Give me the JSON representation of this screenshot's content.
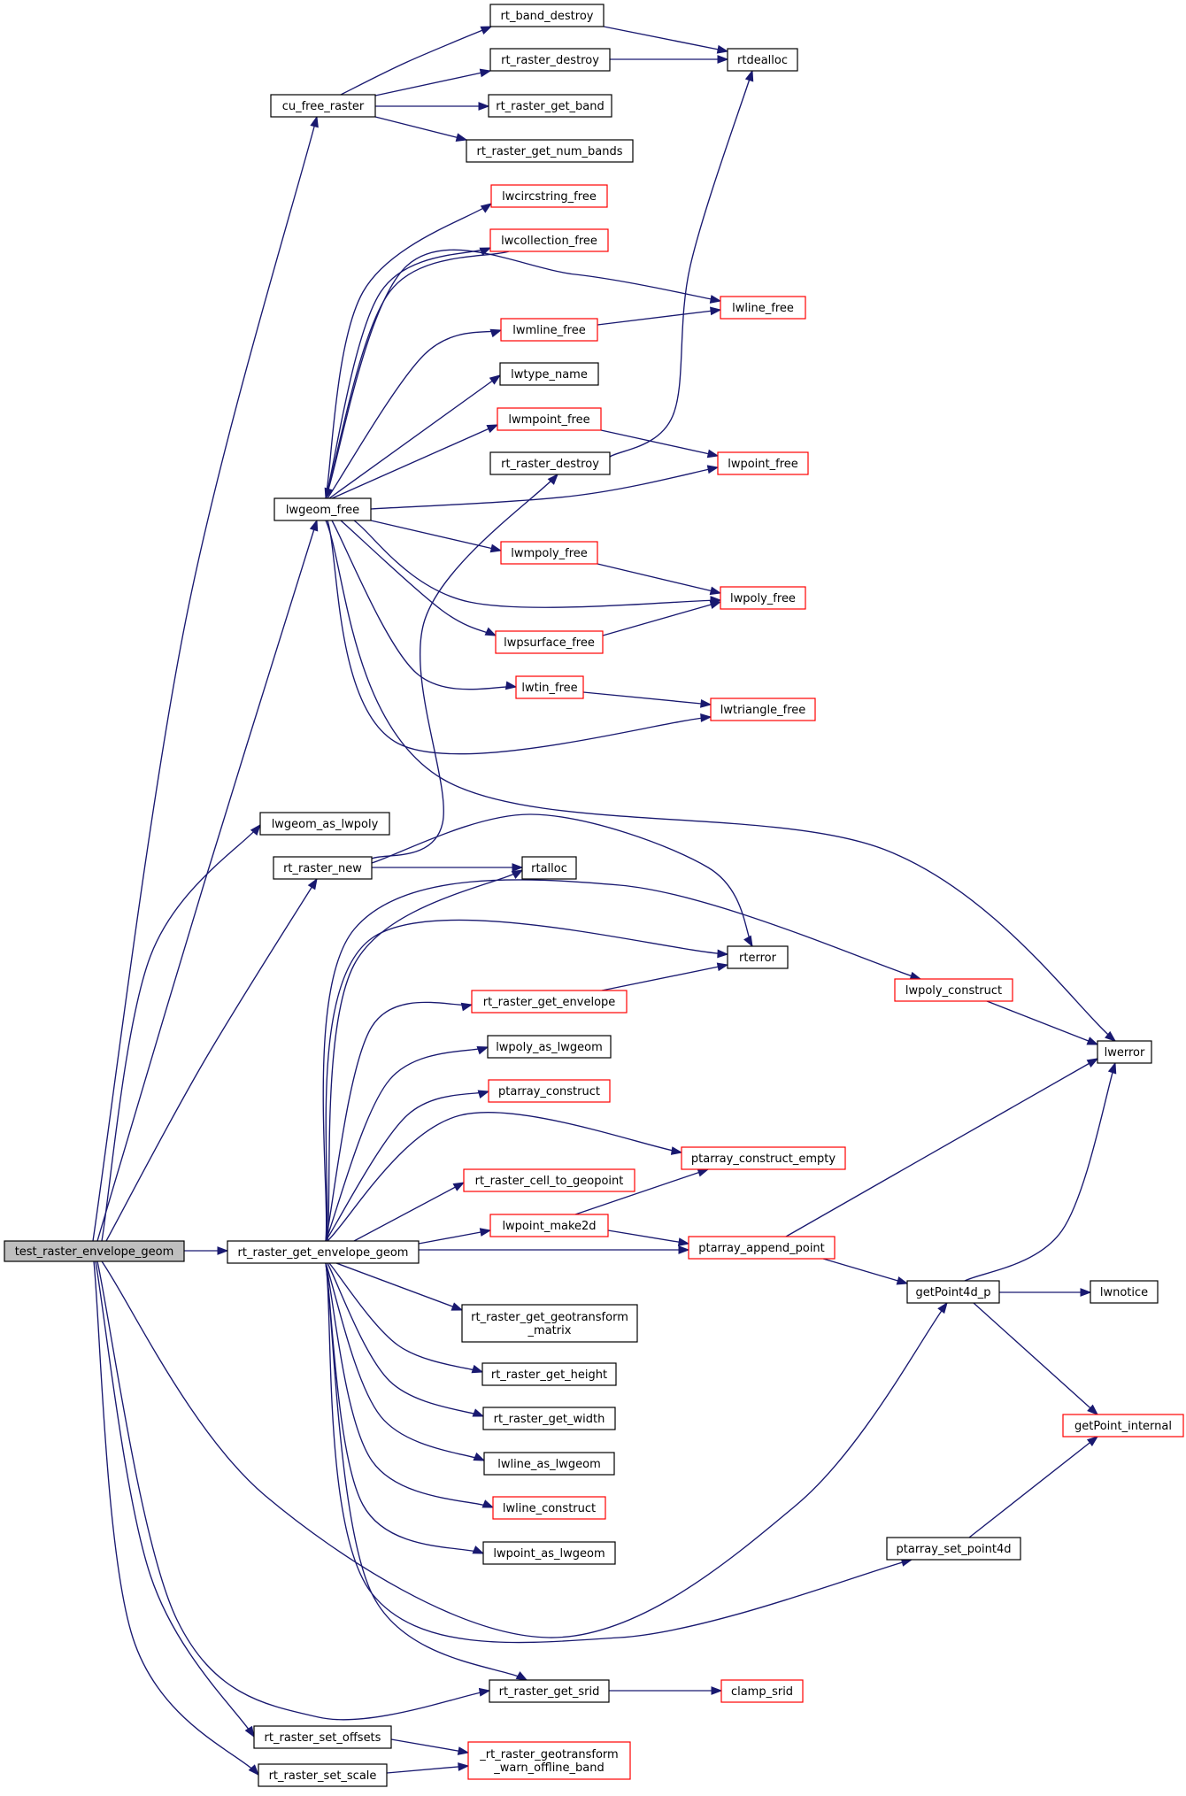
{
  "graph": {
    "colors": {
      "edge": "#191970",
      "node_border": "#000000",
      "node_border_external": "#ff0000",
      "root_fill": "#bfbfbf",
      "node_fill": "#ffffff"
    },
    "nodes": [
      {
        "id": "test_raster_envelope_geom",
        "lines": [
          "test_raster_envelope_geom"
        ],
        "style": "root"
      },
      {
        "id": "cu_free_raster",
        "lines": [
          "cu_free_raster"
        ],
        "style": "normal"
      },
      {
        "id": "lwgeom_free",
        "lines": [
          "lwgeom_free"
        ],
        "style": "normal"
      },
      {
        "id": "lwgeom_as_lwpoly",
        "lines": [
          "lwgeom_as_lwpoly"
        ],
        "style": "normal"
      },
      {
        "id": "rt_raster_new",
        "lines": [
          "rt_raster_new"
        ],
        "style": "normal"
      },
      {
        "id": "rt_raster_get_envelope_geom",
        "lines": [
          "rt_raster_get_envelope_geom"
        ],
        "style": "normal"
      },
      {
        "id": "rt_raster_set_offsets",
        "lines": [
          "rt_raster_set_offsets"
        ],
        "style": "normal"
      },
      {
        "id": "rt_raster_set_scale",
        "lines": [
          "rt_raster_set_scale"
        ],
        "style": "normal"
      },
      {
        "id": "rt_band_destroy",
        "lines": [
          "rt_band_destroy"
        ],
        "style": "normal"
      },
      {
        "id": "rt_raster_destroy",
        "lines": [
          "rt_raster_destroy"
        ],
        "style": "normal"
      },
      {
        "id": "rt_raster_get_band",
        "lines": [
          "rt_raster_get_band"
        ],
        "style": "normal"
      },
      {
        "id": "rt_raster_get_num_bands",
        "lines": [
          "rt_raster_get_num_bands"
        ],
        "style": "normal"
      },
      {
        "id": "lwcircstring_free",
        "lines": [
          "lwcircstring_free"
        ],
        "style": "external"
      },
      {
        "id": "lwcollection_free",
        "lines": [
          "lwcollection_free"
        ],
        "style": "external"
      },
      {
        "id": "lwmline_free",
        "lines": [
          "lwmline_free"
        ],
        "style": "external"
      },
      {
        "id": "lwtype_name",
        "lines": [
          "lwtype_name"
        ],
        "style": "normal"
      },
      {
        "id": "lwmpoint_free",
        "lines": [
          "lwmpoint_free"
        ],
        "style": "external"
      },
      {
        "id": "rt_raster_destroy_b",
        "lines": [
          "rt_raster_destroy"
        ],
        "style": "normal"
      },
      {
        "id": "lwmpoly_free",
        "lines": [
          "lwmpoly_free"
        ],
        "style": "external"
      },
      {
        "id": "lwpsurface_free",
        "lines": [
          "lwpsurface_free"
        ],
        "style": "external"
      },
      {
        "id": "lwtin_free",
        "lines": [
          "lwtin_free"
        ],
        "style": "external"
      },
      {
        "id": "rtdealloc",
        "lines": [
          "rtdealloc"
        ],
        "style": "normal"
      },
      {
        "id": "lwline_free",
        "lines": [
          "lwline_free"
        ],
        "style": "external"
      },
      {
        "id": "lwpoint_free",
        "lines": [
          "lwpoint_free"
        ],
        "style": "external"
      },
      {
        "id": "lwpoly_free",
        "lines": [
          "lwpoly_free"
        ],
        "style": "external"
      },
      {
        "id": "lwtriangle_free",
        "lines": [
          "lwtriangle_free"
        ],
        "style": "external"
      },
      {
        "id": "rtalloc",
        "lines": [
          "rtalloc"
        ],
        "style": "normal"
      },
      {
        "id": "rterror",
        "lines": [
          "rterror"
        ],
        "style": "normal"
      },
      {
        "id": "rt_raster_get_envelope",
        "lines": [
          "rt_raster_get_envelope"
        ],
        "style": "external"
      },
      {
        "id": "lwpoly_as_lwgeom",
        "lines": [
          "lwpoly_as_lwgeom"
        ],
        "style": "normal"
      },
      {
        "id": "ptarray_construct",
        "lines": [
          "ptarray_construct"
        ],
        "style": "external"
      },
      {
        "id": "rt_raster_cell_to_geopoint",
        "lines": [
          "rt_raster_cell_to_geopoint"
        ],
        "style": "external"
      },
      {
        "id": "lwpoint_make2d",
        "lines": [
          "lwpoint_make2d"
        ],
        "style": "external"
      },
      {
        "id": "rt_raster_get_geotransform_matrix",
        "lines": [
          "rt_raster_get_geotransform",
          "_matrix"
        ],
        "style": "normal"
      },
      {
        "id": "rt_raster_get_height",
        "lines": [
          "rt_raster_get_height"
        ],
        "style": "normal"
      },
      {
        "id": "rt_raster_get_width",
        "lines": [
          "rt_raster_get_width"
        ],
        "style": "normal"
      },
      {
        "id": "lwline_as_lwgeom",
        "lines": [
          "lwline_as_lwgeom"
        ],
        "style": "normal"
      },
      {
        "id": "lwline_construct",
        "lines": [
          "lwline_construct"
        ],
        "style": "external"
      },
      {
        "id": "lwpoint_as_lwgeom",
        "lines": [
          "lwpoint_as_lwgeom"
        ],
        "style": "normal"
      },
      {
        "id": "rt_raster_get_srid",
        "lines": [
          "rt_raster_get_srid"
        ],
        "style": "normal"
      },
      {
        "id": "rt_raster_geotransform_warn",
        "lines": [
          "_rt_raster_geotransform",
          "_warn_offline_band"
        ],
        "style": "external"
      },
      {
        "id": "lwpoly_construct",
        "lines": [
          "lwpoly_construct"
        ],
        "style": "external"
      },
      {
        "id": "ptarray_construct_empty",
        "lines": [
          "ptarray_construct_empty"
        ],
        "style": "external"
      },
      {
        "id": "ptarray_append_point",
        "lines": [
          "ptarray_append_point"
        ],
        "style": "external"
      },
      {
        "id": "ptarray_set_point4d",
        "lines": [
          "ptarray_set_point4d"
        ],
        "style": "normal"
      },
      {
        "id": "clamp_srid",
        "lines": [
          "clamp_srid"
        ],
        "style": "external"
      },
      {
        "id": "lwerror",
        "lines": [
          "lwerror"
        ],
        "style": "normal"
      },
      {
        "id": "getPoint4d_p",
        "lines": [
          "getPoint4d_p"
        ],
        "style": "normal"
      },
      {
        "id": "lwnotice",
        "lines": [
          "lwnotice"
        ],
        "style": "normal"
      },
      {
        "id": "getPoint_internal",
        "lines": [
          "getPoint_internal"
        ],
        "style": "external"
      }
    ],
    "edges": [
      [
        "test_raster_envelope_geom",
        "cu_free_raster"
      ],
      [
        "test_raster_envelope_geom",
        "lwgeom_free"
      ],
      [
        "test_raster_envelope_geom",
        "lwgeom_as_lwpoly"
      ],
      [
        "test_raster_envelope_geom",
        "rt_raster_new"
      ],
      [
        "test_raster_envelope_geom",
        "rt_raster_get_envelope_geom"
      ],
      [
        "test_raster_envelope_geom",
        "getPoint4d_p"
      ],
      [
        "test_raster_envelope_geom",
        "rt_raster_get_srid"
      ],
      [
        "test_raster_envelope_geom",
        "rt_raster_set_offsets"
      ],
      [
        "test_raster_envelope_geom",
        "rt_raster_set_scale"
      ],
      [
        "cu_free_raster",
        "rt_band_destroy"
      ],
      [
        "cu_free_raster",
        "rt_raster_destroy"
      ],
      [
        "cu_free_raster",
        "rt_raster_get_band"
      ],
      [
        "cu_free_raster",
        "rt_raster_get_num_bands"
      ],
      [
        "rt_band_destroy",
        "rtdealloc"
      ],
      [
        "rt_raster_destroy",
        "rtdealloc"
      ],
      [
        "lwgeom_free",
        "lwcircstring_free"
      ],
      [
        "lwgeom_free",
        "lwcollection_free"
      ],
      [
        "lwgeom_free",
        "lwline_free"
      ],
      [
        "lwgeom_free",
        "lwmline_free"
      ],
      [
        "lwgeom_free",
        "lwtype_name"
      ],
      [
        "lwgeom_free",
        "lwmpoint_free"
      ],
      [
        "lwgeom_free",
        "lwpoint_free"
      ],
      [
        "lwgeom_free",
        "lwmpoly_free"
      ],
      [
        "lwgeom_free",
        "lwpoly_free"
      ],
      [
        "lwgeom_free",
        "lwpsurface_free"
      ],
      [
        "lwgeom_free",
        "lwtin_free"
      ],
      [
        "lwgeom_free",
        "lwtriangle_free"
      ],
      [
        "lwgeom_free",
        "lwerror"
      ],
      [
        "lwcollection_free",
        "lwgeom_free"
      ],
      [
        "lwmline_free",
        "lwline_free"
      ],
      [
        "lwmpoint_free",
        "lwpoint_free"
      ],
      [
        "lwmpoly_free",
        "lwpoly_free"
      ],
      [
        "lwpsurface_free",
        "lwpoly_free"
      ],
      [
        "lwtin_free",
        "lwtriangle_free"
      ],
      [
        "rt_raster_destroy_b",
        "rtdealloc"
      ],
      [
        "rt_raster_new",
        "rt_raster_destroy_b"
      ],
      [
        "rt_raster_new",
        "rtalloc"
      ],
      [
        "rt_raster_new",
        "rterror"
      ],
      [
        "rt_raster_get_envelope_geom",
        "rtalloc"
      ],
      [
        "rt_raster_get_envelope_geom",
        "lwpoly_construct"
      ],
      [
        "rt_raster_get_envelope_geom",
        "rterror"
      ],
      [
        "rt_raster_get_envelope_geom",
        "rt_raster_get_envelope"
      ],
      [
        "rt_raster_get_envelope_geom",
        "lwpoly_as_lwgeom"
      ],
      [
        "rt_raster_get_envelope_geom",
        "ptarray_construct"
      ],
      [
        "rt_raster_get_envelope_geom",
        "ptarray_construct_empty"
      ],
      [
        "rt_raster_get_envelope_geom",
        "rt_raster_cell_to_geopoint"
      ],
      [
        "rt_raster_get_envelope_geom",
        "lwpoint_make2d"
      ],
      [
        "rt_raster_get_envelope_geom",
        "ptarray_append_point"
      ],
      [
        "rt_raster_get_envelope_geom",
        "rt_raster_get_geotransform_matrix"
      ],
      [
        "rt_raster_get_envelope_geom",
        "rt_raster_get_height"
      ],
      [
        "rt_raster_get_envelope_geom",
        "rt_raster_get_width"
      ],
      [
        "rt_raster_get_envelope_geom",
        "lwline_as_lwgeom"
      ],
      [
        "rt_raster_get_envelope_geom",
        "lwline_construct"
      ],
      [
        "rt_raster_get_envelope_geom",
        "lwpoint_as_lwgeom"
      ],
      [
        "rt_raster_get_envelope_geom",
        "ptarray_set_point4d"
      ],
      [
        "rt_raster_get_envelope_geom",
        "rt_raster_get_srid"
      ],
      [
        "rt_raster_get_envelope",
        "rterror"
      ],
      [
        "lwpoint_make2d",
        "ptarray_construct_empty"
      ],
      [
        "lwpoint_make2d",
        "ptarray_append_point"
      ],
      [
        "lwpoly_construct",
        "lwerror"
      ],
      [
        "ptarray_append_point",
        "lwerror"
      ],
      [
        "ptarray_append_point",
        "getPoint4d_p"
      ],
      [
        "getPoint4d_p",
        "lwerror"
      ],
      [
        "getPoint4d_p",
        "lwnotice"
      ],
      [
        "getPoint4d_p",
        "getPoint_internal"
      ],
      [
        "ptarray_set_point4d",
        "getPoint_internal"
      ],
      [
        "rt_raster_get_srid",
        "clamp_srid"
      ],
      [
        "rt_raster_set_offsets",
        "rt_raster_geotransform_warn"
      ],
      [
        "rt_raster_set_scale",
        "rt_raster_geotransform_warn"
      ]
    ]
  }
}
